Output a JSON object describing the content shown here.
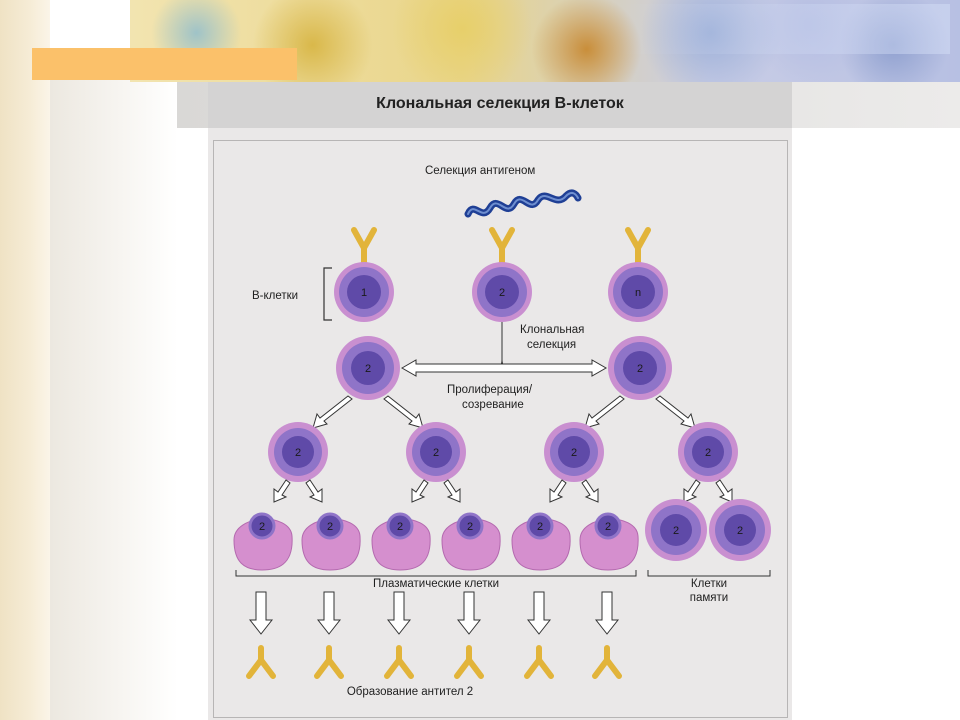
{
  "slide": {
    "title": "Клональная селекция В-клеток"
  },
  "labels": {
    "antigen_selection": "Селекция антигеном",
    "b_cells": "В-клетки",
    "clonal_selection_line1": "Клональная",
    "clonal_selection_line2": "селекция",
    "proliferation_line1": "Пролиферация/",
    "proliferation_line2": "созревание",
    "plasma_cells": "Плазматические клетки",
    "memory_cells_line1": "Клетки",
    "memory_cells_line2": "памяти",
    "antibody_formation": "Образование антител 2"
  },
  "cell_labels": {
    "top": [
      "1",
      "2",
      "n"
    ],
    "clone": "2"
  },
  "colors": {
    "membrane": "#c98fd0",
    "cytoplasm": "#8f74c8",
    "nucleus": "#5f4aa8",
    "plasma_cytoplasm": "#d58fce",
    "antibody": "#e2b43a",
    "antigen": "#1f3f95",
    "orange_bar": "#fbc16a"
  }
}
